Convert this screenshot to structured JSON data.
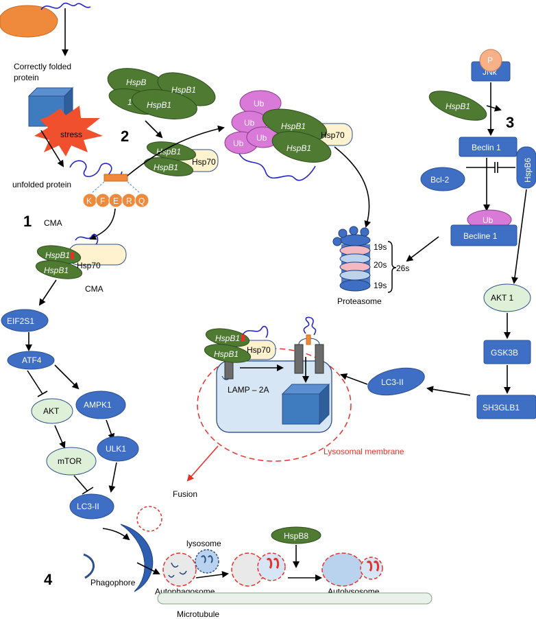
{
  "labels": {
    "correctly_folded": [
      "Correctly folded",
      "protein"
    ],
    "stress": "stress",
    "unfolded_protein": "unfolded protein",
    "kferq": [
      "K",
      "F",
      "E",
      "R",
      "Q"
    ],
    "num1": "1",
    "num2": "2",
    "num3": "3",
    "num4": "4",
    "cma1": "CMA",
    "cma2": "CMA",
    "hspb1": "HspB1",
    "hspb1_partial_a": "HspB",
    "hspb1_partial_b": "1",
    "hsp70": "Hsp70",
    "ub": "Ub",
    "proteasome": "Proteasome",
    "p19s_top": "19s",
    "p20s": "20s",
    "p19s_bot": "19s",
    "p26s": "26s",
    "jnk": "JNk",
    "p": "P",
    "beclin1": "Beclin 1",
    "bcl2": "Bcl-2",
    "hspb6": "HspB6",
    "becline1": "Becline 1",
    "akt1": "AKT 1",
    "gsk3b": "GSK3B",
    "sh3glb1": "SH3GLB1",
    "lc3ii_right": "LC3-II",
    "lamp2a": "LAMP – 2A",
    "lysosomal_membrane": "Lysosomal membrane",
    "eif2s1": "EIF2S1",
    "atf4": "ATF4",
    "akt": "AKT",
    "ampk1": "AMPK1",
    "mtor": "mTOR",
    "ulk1": "ULK1",
    "lc3ii_left": "LC3-II",
    "fusion": "Fusion",
    "phagophore": "Phagophore",
    "lysosome": "lysosome",
    "hspb8": "HspB8",
    "autophagosome": "Autophagosome",
    "autolysosome": "Autolysosome",
    "microtubule": "Microtubule"
  },
  "colors": {
    "blue": "#3f6fc4",
    "green": "#4e7a32",
    "pink_ub": "#d97ad9",
    "orange": "#ef8a3c",
    "red": "#e8302a",
    "lysosome_fill": "#d6e6f5"
  }
}
